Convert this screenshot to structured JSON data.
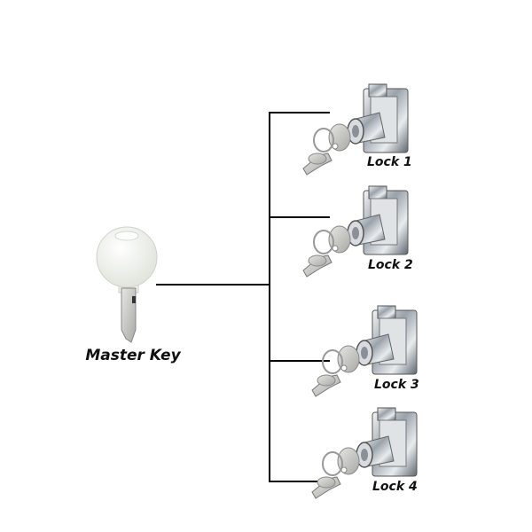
{
  "master_key": {
    "label": "Master Key"
  },
  "locks": [
    {
      "label": "Lock 1"
    },
    {
      "label": "Lock 2"
    },
    {
      "label": "Lock 3"
    },
    {
      "label": "Lock 4"
    }
  ],
  "colors": {
    "line": "#000000",
    "key_head": "#eef0ea",
    "metal": "#c8ccd0"
  }
}
